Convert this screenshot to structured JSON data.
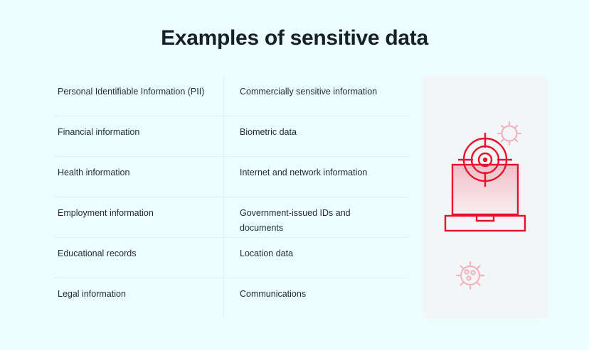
{
  "page": {
    "title": "Examples of sensitive data",
    "background_color": "#ecfdfe",
    "text_color": "#1f2a37",
    "divider_color": "#e3eff3"
  },
  "list": {
    "columns": 2,
    "rows": 6,
    "left_column": [
      "Personal Identifiable Information (PII)",
      "Financial information",
      "Health information",
      "Employment information",
      "Educational records",
      "Legal information"
    ],
    "right_column": [
      "Commercially sensitive information",
      "Biometric data",
      "Internet and network information",
      "Government-issued IDs and documents",
      "Location data",
      "Communications"
    ]
  },
  "illustration": {
    "name": "laptop-under-attack-illustration",
    "panel_color": "#f3f6f7",
    "accent_color": "#e8102a",
    "virus_color": "#f3b9c4",
    "screen_gradient_from": "#f0c9d1",
    "screen_gradient_to": "#f8e9ec",
    "elements": [
      "crosshair-target-icon",
      "laptop-icon",
      "virus-icon-top",
      "virus-icon-bottom"
    ]
  }
}
